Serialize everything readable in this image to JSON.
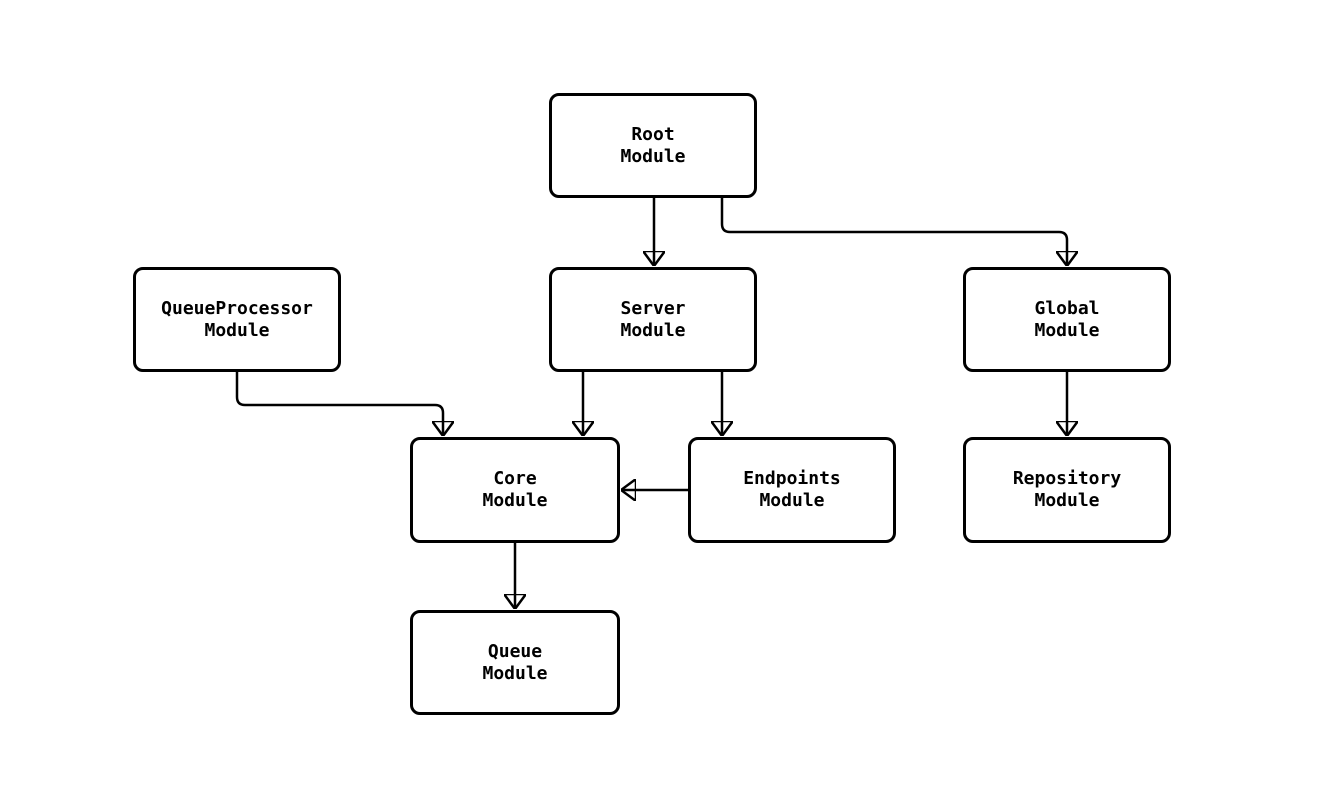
{
  "diagram": {
    "background_color": "#ffffff",
    "stroke_color": "#000000",
    "node_fill_color": "#ffffff",
    "text_color": "#000000",
    "nodes": {
      "root": {
        "label": "Root\nModule"
      },
      "queue_processor": {
        "label": "QueueProcessor\nModule"
      },
      "server": {
        "label": "Server\nModule"
      },
      "global": {
        "label": "Global\nModule"
      },
      "core": {
        "label": "Core\nModule"
      },
      "endpoints": {
        "label": "Endpoints\nModule"
      },
      "repository": {
        "label": "Repository\nModule"
      },
      "queue": {
        "label": "Queue\nModule"
      }
    },
    "edges": [
      {
        "from": "Root Module",
        "to": "Server Module"
      },
      {
        "from": "Root Module",
        "to": "Global Module"
      },
      {
        "from": "QueueProcessor Module",
        "to": "Core Module"
      },
      {
        "from": "Server Module",
        "to": "Core Module"
      },
      {
        "from": "Server Module",
        "to": "Endpoints Module"
      },
      {
        "from": "Endpoints Module",
        "to": "Core Module"
      },
      {
        "from": "Global Module",
        "to": "Repository Module"
      },
      {
        "from": "Core Module",
        "to": "Queue Module"
      }
    ]
  }
}
